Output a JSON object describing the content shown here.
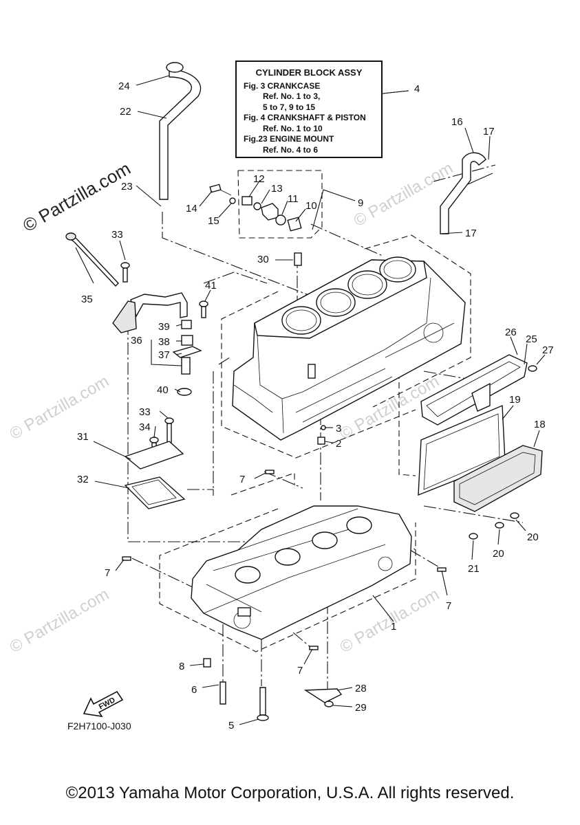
{
  "legend": {
    "title": "CYLINDER BLOCK ASSY",
    "lines": [
      {
        "text": "Fig.  3 CRANKCASE",
        "indent": false
      },
      {
        "text": "Ref. No. 1 to 3,",
        "indent": true
      },
      {
        "text": "5 to 7, 9 to 15",
        "indent": true
      },
      {
        "text": "Fig.  4 CRANKSHAFT & PISTON",
        "indent": false
      },
      {
        "text": "Ref. No. 1 to 10",
        "indent": true
      },
      {
        "text": "Fig.23 ENGINE MOUNT",
        "indent": false
      },
      {
        "text": "Ref. No. 4 to 6",
        "indent": true
      }
    ]
  },
  "callouts": [
    "24",
    "22",
    "23",
    "14",
    "15",
    "12",
    "13",
    "11",
    "10",
    "9",
    "4",
    "16",
    "17",
    "17",
    "33",
    "35",
    "30",
    "41",
    "39",
    "36",
    "38",
    "37",
    "40",
    "33",
    "34",
    "31",
    "32",
    "3",
    "2",
    "26",
    "25",
    "27",
    "19",
    "18",
    "20",
    "20",
    "21",
    "7",
    "7",
    "7",
    "7",
    "1",
    "8",
    "6",
    "5",
    "28",
    "29"
  ],
  "fwd_label": "FWD",
  "drawing_code": "F2H7100-J030",
  "watermark": "© Partzilla.com",
  "copyright": "©2013 Yamaha Motor Corporation, U.S.A. All rights reserved."
}
